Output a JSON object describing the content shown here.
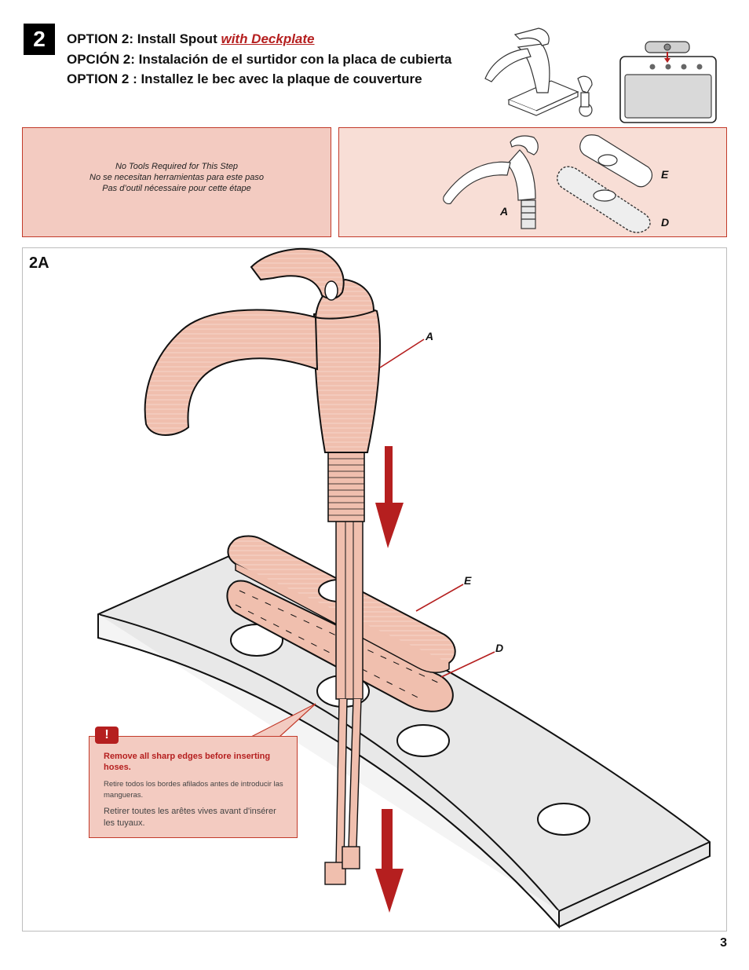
{
  "step": {
    "number": "2"
  },
  "headings": {
    "en_prefix": "OPTION 2:  Install Spout ",
    "en_accent": "with Deckplate",
    "es": "OPCIÓN 2:  Instalación de el surtidor con la placa de cubierta",
    "fr": "OPTION 2 : Installez le bec avec la plaque de couverture"
  },
  "tools_note": {
    "en": "No Tools Required for This Step",
    "es": "No se necesitan herramientas para este paso",
    "fr": "Pas d’outil nécessaire pour cette étape"
  },
  "parts_box": {
    "label_a": "A",
    "label_e": "E",
    "label_d": "D"
  },
  "panel_2a": {
    "label": "2A",
    "label_a": "A",
    "label_e": "E",
    "label_d": "D"
  },
  "warning": {
    "icon": "!",
    "en": "Remove all sharp edges before inserting hoses.",
    "es": "Retire todos los bordes afilados antes de introducir las mangueras.",
    "fr": "Retirer toutes les arêtes vives avant d'insérer les tuyaux."
  },
  "page_number": "3",
  "colors": {
    "accent_red": "#b51f1f",
    "part_fill": "#f0bfae",
    "box_fill": "#f3cbc1",
    "box_border": "#c23a2a"
  }
}
